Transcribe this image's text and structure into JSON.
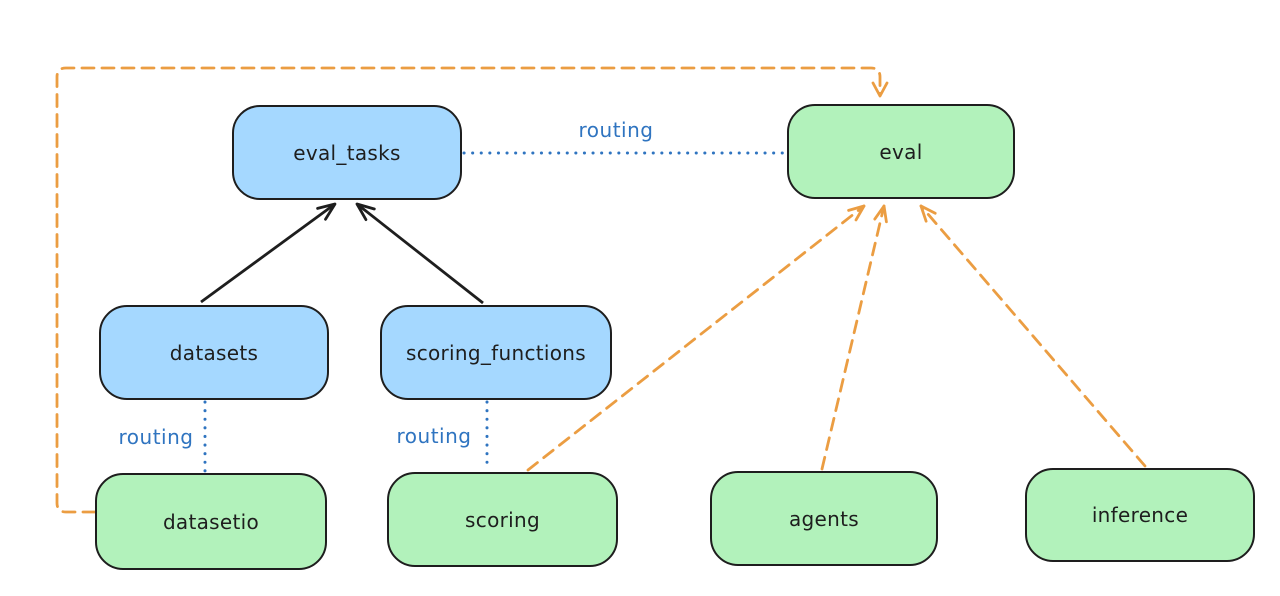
{
  "diagram": {
    "nodes": [
      {
        "id": "eval_tasks",
        "label": "eval_tasks",
        "color": "blue"
      },
      {
        "id": "eval",
        "label": "eval",
        "color": "green"
      },
      {
        "id": "datasets",
        "label": "datasets",
        "color": "blue"
      },
      {
        "id": "scoring_functions",
        "label": "scoring_functions",
        "color": "blue"
      },
      {
        "id": "datasetio",
        "label": "datasetio",
        "color": "green"
      },
      {
        "id": "scoring",
        "label": "scoring",
        "color": "green"
      },
      {
        "id": "agents",
        "label": "agents",
        "color": "green"
      },
      {
        "id": "inference",
        "label": "inference",
        "color": "green"
      }
    ],
    "edges": [
      {
        "from": "datasets",
        "to": "eval_tasks",
        "style": "solid-arrow",
        "color": "black",
        "label": ""
      },
      {
        "from": "scoring_functions",
        "to": "eval_tasks",
        "style": "solid-arrow",
        "color": "black",
        "label": ""
      },
      {
        "from": "eval_tasks",
        "to": "eval",
        "style": "dotted",
        "color": "blue",
        "label": "routing"
      },
      {
        "from": "datasets",
        "to": "datasetio",
        "style": "dotted",
        "color": "blue",
        "label": "routing"
      },
      {
        "from": "scoring_functions",
        "to": "scoring",
        "style": "dotted",
        "color": "blue",
        "label": "routing"
      },
      {
        "from": "datasetio",
        "to": "eval",
        "style": "dashed-arrow",
        "color": "orange",
        "label": ""
      },
      {
        "from": "scoring",
        "to": "eval",
        "style": "dashed-arrow",
        "color": "orange",
        "label": ""
      },
      {
        "from": "agents",
        "to": "eval",
        "style": "dashed-arrow",
        "color": "orange",
        "label": ""
      },
      {
        "from": "inference",
        "to": "eval",
        "style": "dashed-arrow",
        "color": "orange",
        "label": ""
      }
    ],
    "colors": {
      "node_blue_fill": "#a5d8ff",
      "node_green_fill": "#b2f2bb",
      "node_stroke": "#1e1e1e",
      "routing_blue": "#2f74c0",
      "arrow_orange": "#eb9d42",
      "arrow_black": "#1e1e1e",
      "background": "#ffffff"
    }
  }
}
